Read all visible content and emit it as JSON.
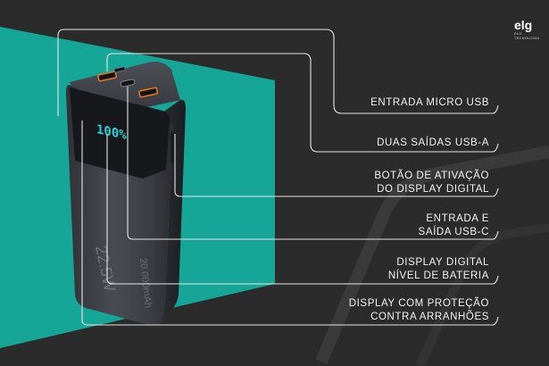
{
  "brand": {
    "logo_text": "elg",
    "logo_subtext": "ELG TECNOLOGIA"
  },
  "product": {
    "display_reading": "100%",
    "capacity_label": "20.000mAh",
    "power_label": "22.5W"
  },
  "callouts": [
    {
      "line1": "ENTRADA MICRO USB",
      "line2": ""
    },
    {
      "line1": "DUAS SAÍDAS USB-A",
      "line2": ""
    },
    {
      "line1": "BOTÃO DE ATIVAÇÃO",
      "line2": "DO DISPLAY DIGITAL"
    },
    {
      "line1": "ENTRADA E",
      "line2": "SAÍDA USB-C"
    },
    {
      "line1": "DISPLAY DIGITAL",
      "line2": "NÍVEL DE BATERIA"
    },
    {
      "line1": "DISPLAY COM PROTEÇÃO",
      "line2": "CONTRA ARRANHÕES"
    }
  ],
  "colors": {
    "background": "#2b2b2b",
    "accent": "#15a698",
    "callout_line": "#e6e6e6",
    "device_body": "#3c3e45",
    "port_glow": "#f07b1a"
  }
}
